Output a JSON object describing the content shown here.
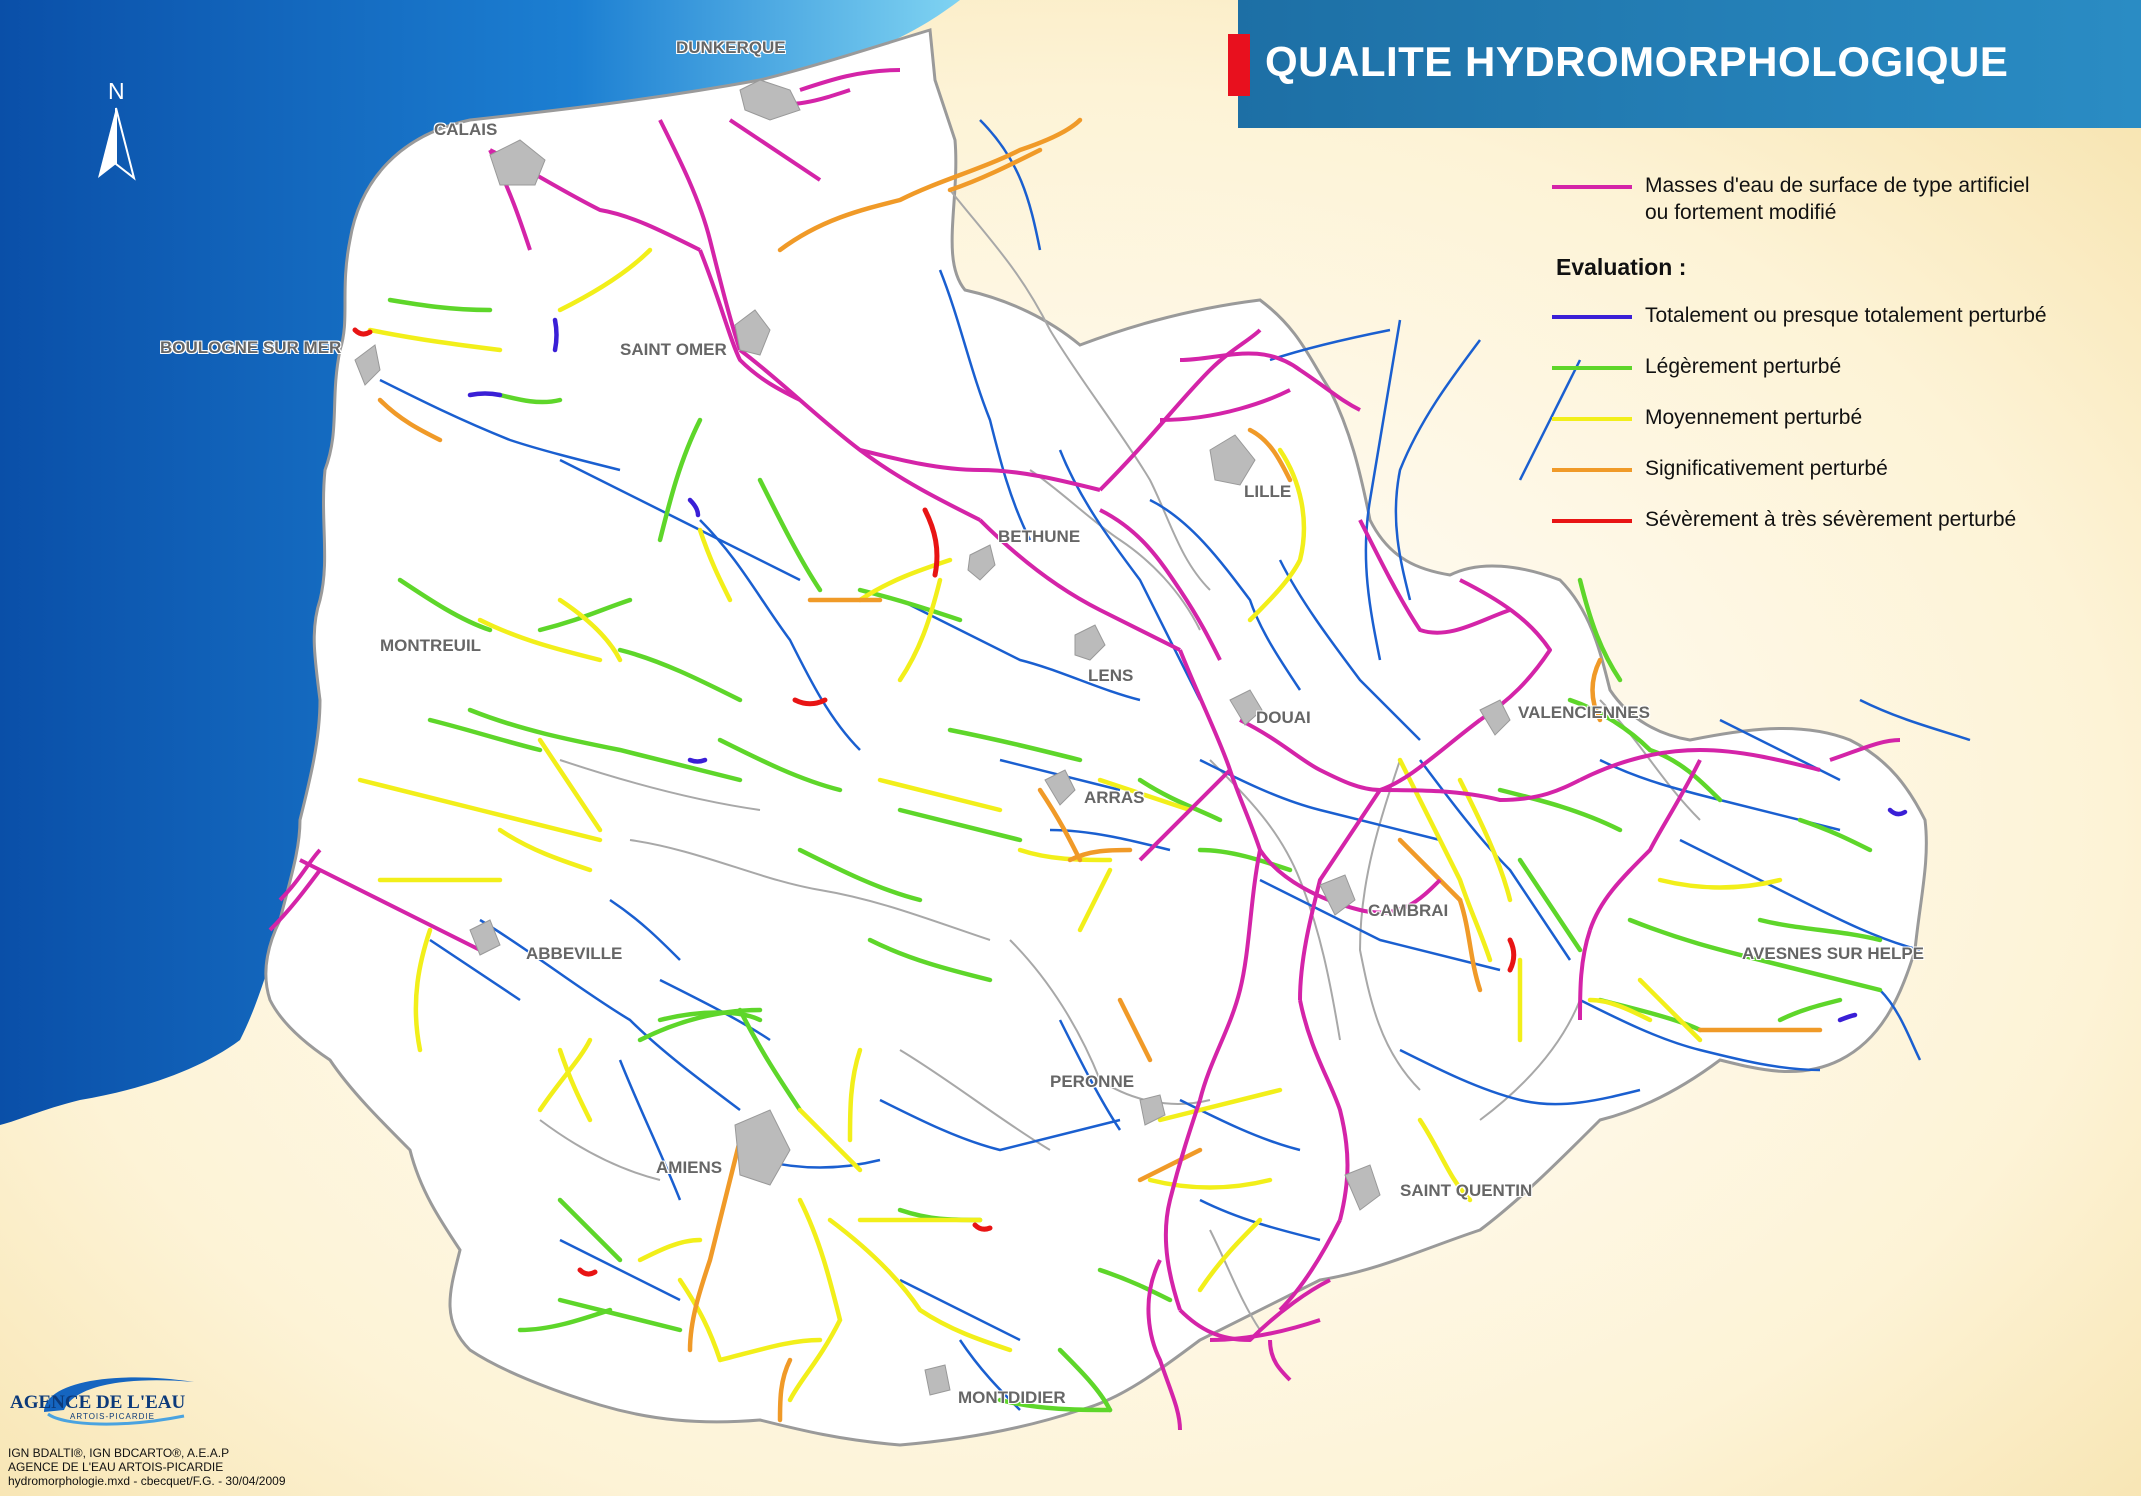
{
  "title": "QUALITE HYDROMORPHOLOGIQUE",
  "legend": {
    "artificial": "Masses d'eau de surface de type artificiel",
    "artificial_line2": "ou fortement modifié",
    "heading": "Evaluation :",
    "classes": [
      {
        "label": "Totalement ou presque totalement perturbé",
        "color": "#3a1fd6"
      },
      {
        "label": "Légèrement perturbé",
        "color": "#5ed62a"
      },
      {
        "label": "Moyennement perturbé",
        "color": "#f2ef1a"
      },
      {
        "label": "Significativement perturbé",
        "color": "#f09a28"
      },
      {
        "label": "Sévèrement à très sévèrement perturbé",
        "color": "#e81414"
      }
    ],
    "artificial_color": "#d424a8"
  },
  "colors": {
    "river": "#1a5fd0",
    "sea_deep": "#0a4fa8",
    "sea_light": "#6cc7ef",
    "land": "#ffffff",
    "border": "#9a9a9a",
    "city": "#bbbbbb"
  },
  "north": "N",
  "cities": [
    {
      "name": "DUNKERQUE",
      "id": "dunkerque"
    },
    {
      "name": "CALAIS",
      "id": "calais"
    },
    {
      "name": "BOULOGNE SUR MER",
      "id": "boulogne"
    },
    {
      "name": "SAINT OMER",
      "id": "saint-omer"
    },
    {
      "name": "MONTREUIL",
      "id": "montreuil"
    },
    {
      "name": "BETHUNE",
      "id": "bethune"
    },
    {
      "name": "LILLE",
      "id": "lille"
    },
    {
      "name": "LENS",
      "id": "lens"
    },
    {
      "name": "DOUAI",
      "id": "douai"
    },
    {
      "name": "VALENCIENNES",
      "id": "valenciennes"
    },
    {
      "name": "ARRAS",
      "id": "arras"
    },
    {
      "name": "CAMBRAI",
      "id": "cambrai"
    },
    {
      "name": "AVESNES SUR HELPE",
      "id": "avesnes"
    },
    {
      "name": "ABBEVILLE",
      "id": "abbeville"
    },
    {
      "name": "PERONNE",
      "id": "peronne"
    },
    {
      "name": "AMIENS",
      "id": "amiens"
    },
    {
      "name": "SAINT QUENTIN",
      "id": "saint-quentin"
    },
    {
      "name": "MONTDIDIER",
      "id": "montdidier"
    }
  ],
  "logo": {
    "name": "AGENCE DE L'EAU",
    "sub": "ARTOIS-PICARDIE"
  },
  "credits": [
    "IGN BDALTI®, IGN BDCARTO®, A.E.A.P",
    "AGENCE DE L'EAU ARTOIS-PICARDIE",
    "hydromorphologie.mxd - cbecquet/F.G. - 30/04/2009"
  ]
}
